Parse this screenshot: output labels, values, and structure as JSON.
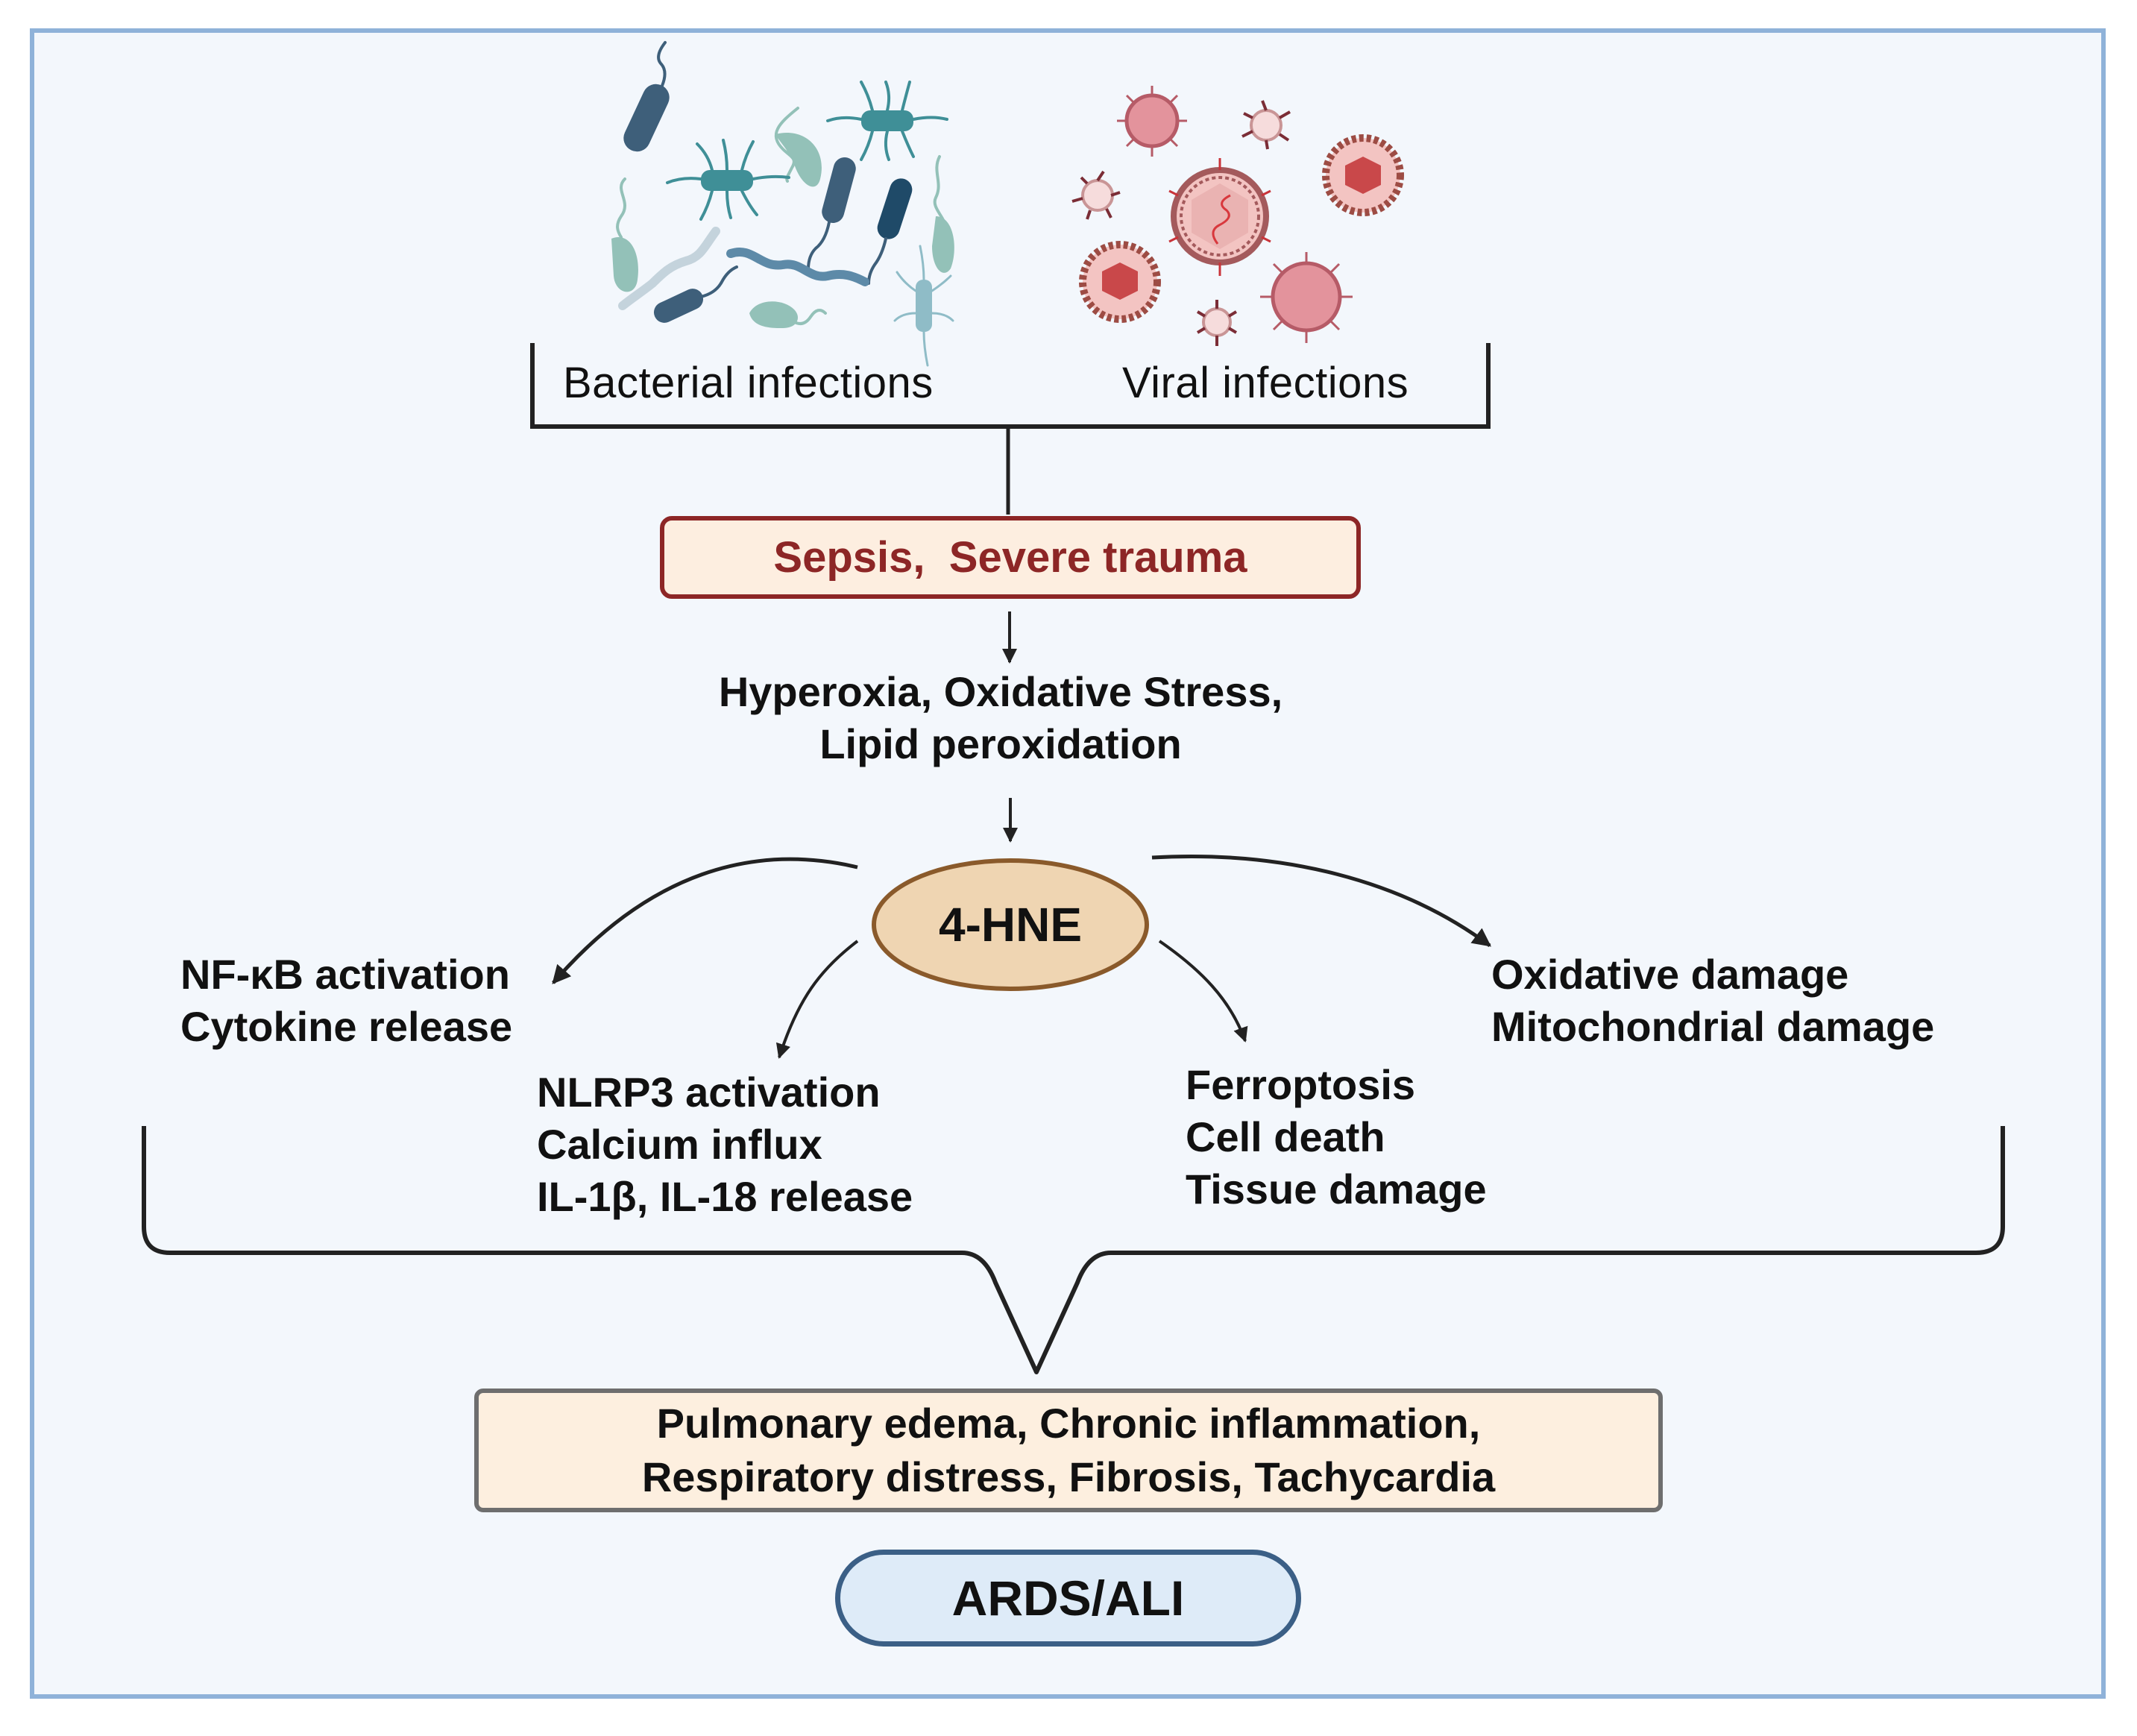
{
  "figure": {
    "sources": {
      "bacterial_label": "Bacterial infections",
      "viral_label": "Viral infections",
      "bacteria_icon": "bacteria-cluster-icon",
      "virus_icon": "virus-cluster-icon"
    },
    "trigger": {
      "label": "Sepsis,  Severe trauma"
    },
    "stress": {
      "lines": [
        "Hyperoxia, Oxidative Stress,",
        "Lipid peroxidation"
      ]
    },
    "mediator": {
      "label": "4-HNE"
    },
    "effects": [
      {
        "lines": [
          "NF-κB activation",
          "Cytokine release"
        ]
      },
      {
        "lines": [
          "NLRP3 activation",
          "Calcium influx",
          "IL-1β, IL-18 release"
        ]
      },
      {
        "lines": [
          "Ferroptosis",
          "Cell death",
          "Tissue damage"
        ]
      },
      {
        "lines": [
          "Oxidative damage",
          "Mitochondrial damage"
        ]
      }
    ],
    "outcomes": {
      "lines": [
        "Pulmonary edema, Chronic inflammation,",
        "Respiratory distress, Fibrosis, Tachycardia"
      ]
    },
    "result": {
      "label": "ARDS/ALI"
    }
  },
  "colors": {
    "frame_border": "#8fb2d9",
    "frame_fill": "#f3f7fc",
    "trigger_border": "#8d2626",
    "trigger_fill": "#fdeee0",
    "mediator_border": "#8a5a2b",
    "mediator_fill": "#efd5b2",
    "outcome_border": "#6e6e6e",
    "outcome_fill": "#fdefdf",
    "result_border": "#3b5f86",
    "result_fill": "#deebf8",
    "bacteria_dark": "#3e5f7a",
    "bacteria_teal": "#3f8f97",
    "bacteria_light": "#93c1b8",
    "virus_dark": "#8e3a3f",
    "virus_red": "#c9484a",
    "virus_pink": "#e3939c"
  }
}
